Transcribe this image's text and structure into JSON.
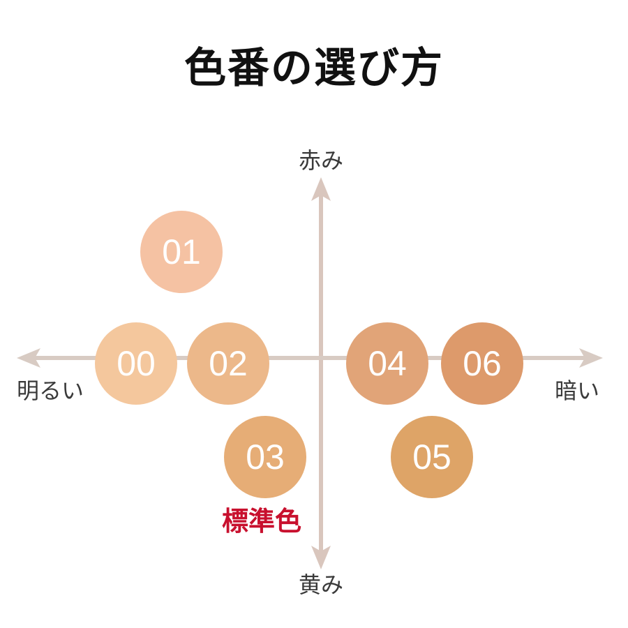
{
  "title": "色番の選び方",
  "axes": {
    "top": "赤み",
    "bottom": "黄み",
    "left": "明るい",
    "right": "暗い",
    "vertical_color": "#d9c6bd",
    "horizontal_color": "#d8cbc3"
  },
  "swatches": [
    {
      "id": "00",
      "label": "00",
      "color": "#f4c79d"
    },
    {
      "id": "01",
      "label": "01",
      "color": "#f5c2a3"
    },
    {
      "id": "02",
      "label": "02",
      "color": "#ecb88a"
    },
    {
      "id": "03",
      "label": "03",
      "color": "#e6ad76"
    },
    {
      "id": "04",
      "label": "04",
      "color": "#e1a478"
    },
    {
      "id": "05",
      "label": "05",
      "color": "#dea467"
    },
    {
      "id": "06",
      "label": "06",
      "color": "#dd9a6b"
    }
  ],
  "standard": {
    "label": "標準色",
    "color": "#c8102e"
  }
}
